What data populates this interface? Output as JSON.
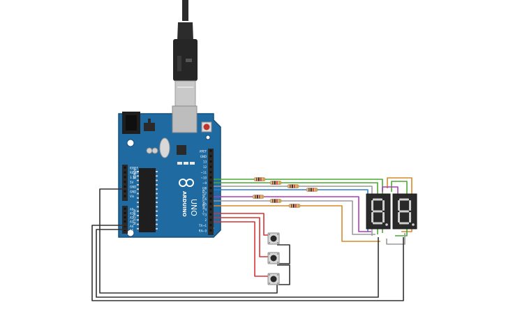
{
  "board": {
    "brand": "ARDUINO",
    "model": "UNO",
    "digital_label": "DIGITAL (PWM ~)",
    "power_label": "POWER",
    "analog_label": "ANALOG IN",
    "left_pins": [
      "IOREF",
      "RESET",
      "3.3V",
      "5V",
      "GND",
      "GND",
      "Vin"
    ],
    "analog_pins": [
      "A0",
      "A1",
      "A2",
      "A3",
      "A4",
      "A5"
    ],
    "right_pins": [
      "AREF",
      "GND",
      "13",
      "12",
      "~11",
      "~10",
      "~9",
      "8",
      "7",
      "~6",
      "~5",
      "4",
      "~3",
      "2",
      "TX→1",
      "RX←0"
    ]
  },
  "display": {
    "digits": 2,
    "value": "88"
  },
  "buttons": {
    "count": 3
  },
  "resistors": {
    "count": 7
  },
  "colors": {
    "board": "#1f6aa0",
    "board_edge": "#15507c",
    "header": "#2a2a2a",
    "wire_red": "#d63232",
    "wire_green": "#4aa832",
    "wire_blue": "#2f7fd0",
    "wire_purple": "#b03ab8",
    "wire_grey": "#9a9a9a",
    "wire_orange": "#d68a2a",
    "wire_black": "#303030"
  }
}
